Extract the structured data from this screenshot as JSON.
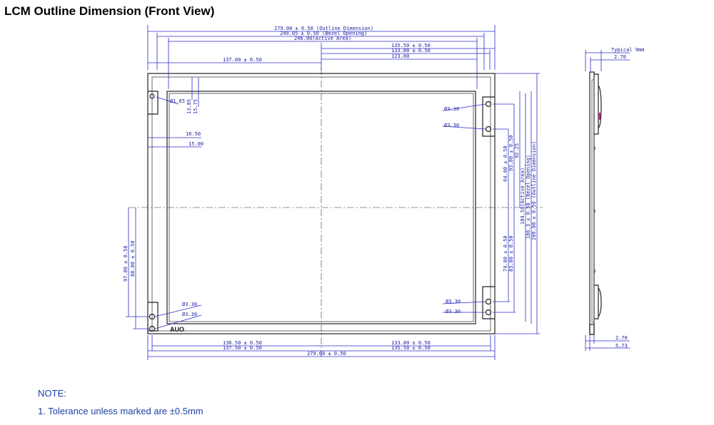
{
  "title": "LCM Outline Dimension (Front View)",
  "logo": "AUO",
  "note": {
    "heading": "NOTE:",
    "items": [
      "1. Tolerance unless marked are  ±0.5mm"
    ]
  },
  "dims": {
    "outline_w": "279.00 ± 0.50  (Outline Dimension)",
    "bezel_w": "249.05 ± 0.50  (Bezel Opening)",
    "active_w": "246.00(Active Area)",
    "r1": "135.50 ± 0.50",
    "r2": "133.80 ± 0.50",
    "r3": "123.00",
    "l137": "137.00 ± 0.50",
    "d165": "Ø1.65",
    "v1385": "13.85",
    "v1575": "15.75",
    "h1650": "16.50",
    "h1500": "15.00",
    "hole_tr1": "Ø3.30",
    "hole_tr2": "Ø3.30",
    "hole_bl1": "Ø3.30",
    "hole_bl2": "Ø3.30",
    "hole_br1": "Ø3.30",
    "hole_br2": "Ø3.30",
    "v64": "64.00 ± 0.50",
    "v93": "93.00 ± 0.50",
    "v9225": "92.25",
    "v18450": "184.50(Active Area)",
    "v1863": "186.3 ± 0.50 (Bezel Opening)",
    "v20900": "209.00 ± 0.50  (Outline Dimension)",
    "v74": "74.00 ± 0.50",
    "v83": "83.00 ± 0.50",
    "v97": "97.00 ± 0.50",
    "v88": "88.00 ± 0.50",
    "b13650": "136.50 ± 0.50",
    "b13750": "137.50 ± 0.50",
    "b13380": "133.80 ± 0.50",
    "b13550": "135.50 ± 0.50",
    "b27900": "279.00 ± 0.50",
    "side_typical": "Typical  9mm",
    "side_270top": "2.70",
    "side_270bot": "2.70",
    "side_573": "5.73"
  }
}
